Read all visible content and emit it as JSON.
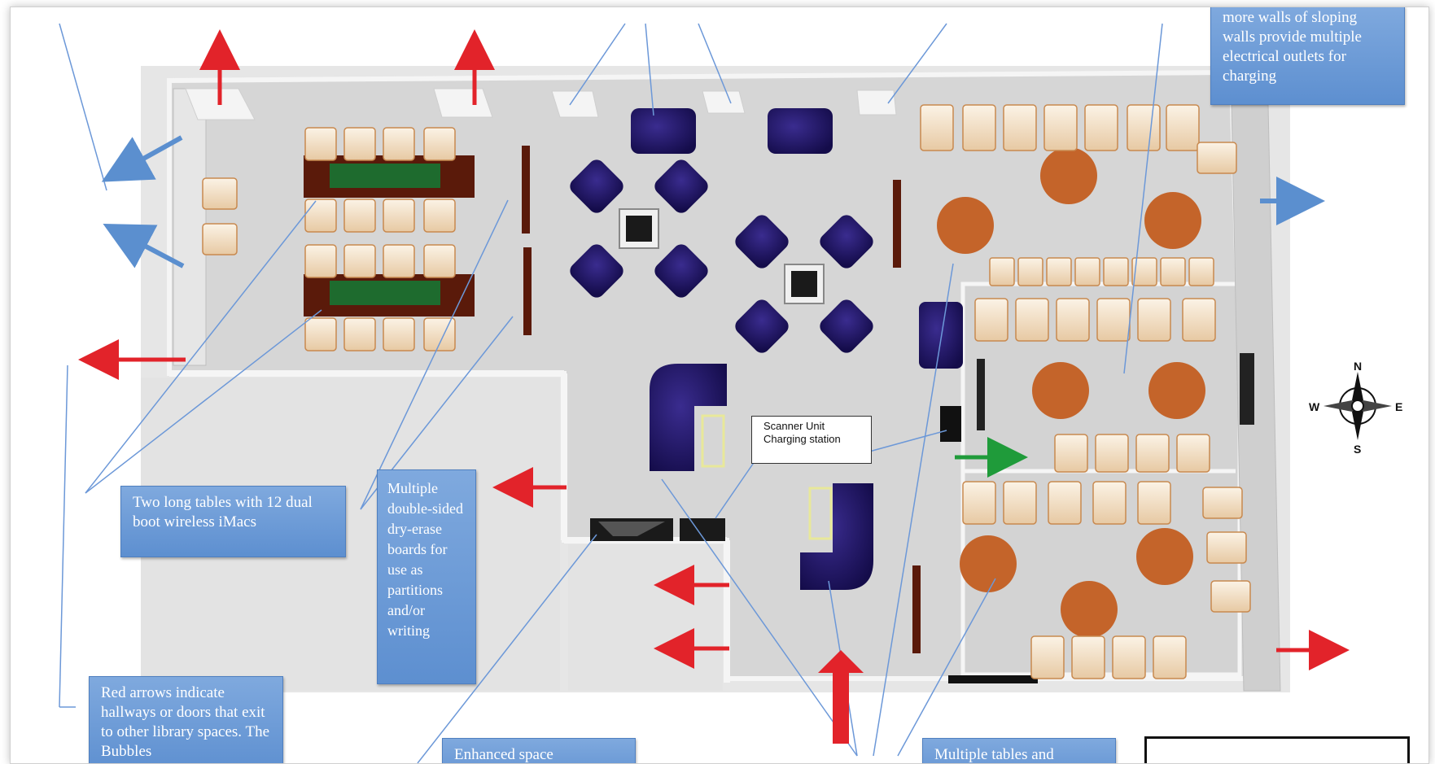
{
  "notes": {
    "tables": "Two long tables with 12 dual boot wireless iMacs",
    "boards": "Multiple double-sided dry-erase boards for use as partitions and/or writing",
    "exits": "Red arrows indicate hallways or doors that exit to other library spaces. The Bubbles",
    "outlets": "more walls of sloping walls provide multiple electrical outlets for charging",
    "bottom_center": "Enhanced space",
    "bottom_right": "Multiple tables and"
  },
  "scanner": {
    "label": "Scanner Unit\nCharging station"
  },
  "compass": {
    "n": "N",
    "s": "S",
    "e": "E",
    "w": "W"
  },
  "colors": {
    "floor": "#d8d8d8",
    "wall": "#f2f2f2",
    "exit_arrow": "#e2232a",
    "flow_arrow": "#5b8fcf",
    "green_arrow": "#1f9b3a",
    "sofa": "#1f1566",
    "table_wood": "#5a1a0a",
    "table_top": "#1e6b2e",
    "round_table": "#c4642a",
    "chair": "#f6ead8"
  }
}
